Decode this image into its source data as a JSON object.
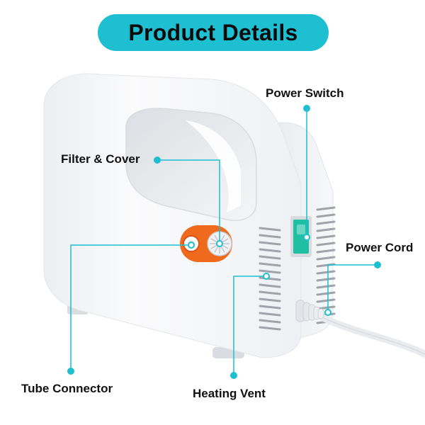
{
  "header": {
    "title": "Product Details"
  },
  "accent_color": "#1dbfd0",
  "switch_color": "#1fbfa3",
  "connector_color": "#f06a1e",
  "callouts": {
    "power_switch": "Power Switch",
    "filter_cover": "Filter & Cover",
    "power_cord": "Power Cord",
    "tube_connector": "Tube Connector",
    "heating_vent": "Heating Vent"
  }
}
